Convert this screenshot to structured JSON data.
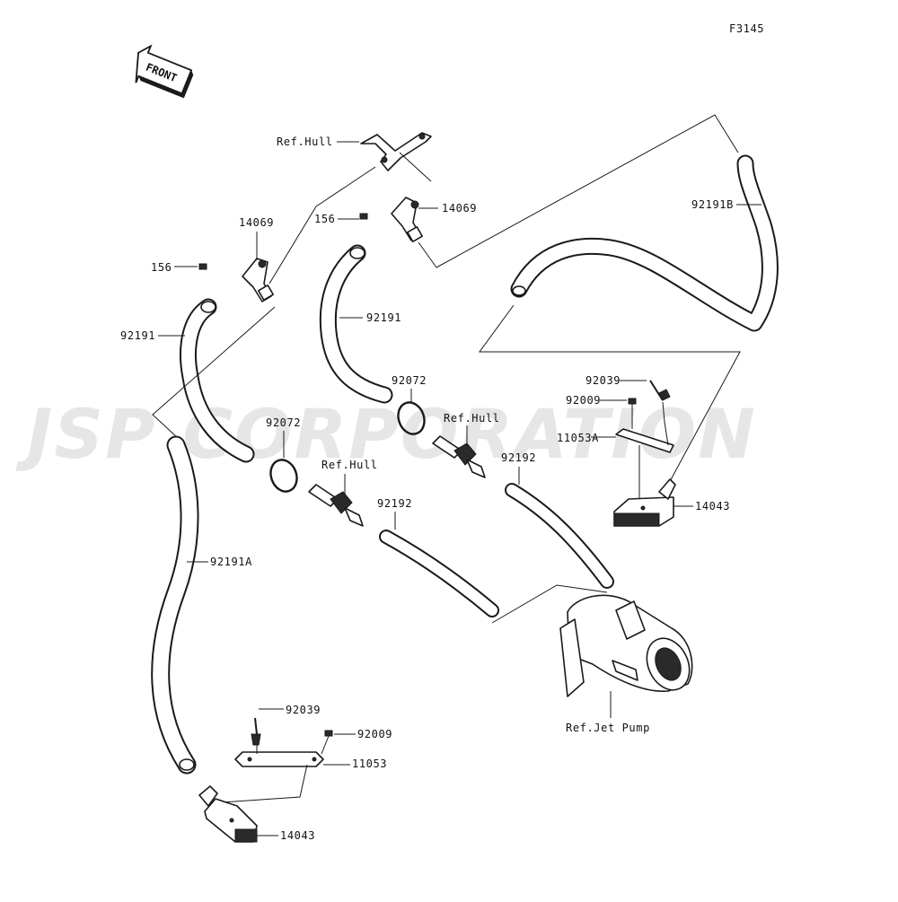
{
  "diagram": {
    "figure_code": "F3145",
    "watermark": "JSP CORPORATION",
    "front_badge": "FRONT",
    "labels": {
      "ref_hull_top": "Ref.Hull",
      "ref_hull_mid": "Ref.Hull",
      "ref_hull_right": "Ref.Hull",
      "ref_jet_pump": "Ref.Jet Pump",
      "part_14069_left": "14069",
      "part_14069_right": "14069",
      "part_156_left": "156",
      "part_156_right": "156",
      "part_92191_left": "92191",
      "part_92191_right": "92191",
      "part_92191A": "92191A",
      "part_92191B": "92191B",
      "part_92072_left": "92072",
      "part_92072_right": "92072",
      "part_92192_left": "92192",
      "part_92192_right": "92192",
      "part_92039_upper": "92039",
      "part_92009_upper": "92009",
      "part_11053A": "11053A",
      "part_14043_upper": "14043",
      "part_92039_lower": "92039",
      "part_92009_lower": "92009",
      "part_11053": "11053",
      "part_14043_lower": "14043"
    }
  }
}
